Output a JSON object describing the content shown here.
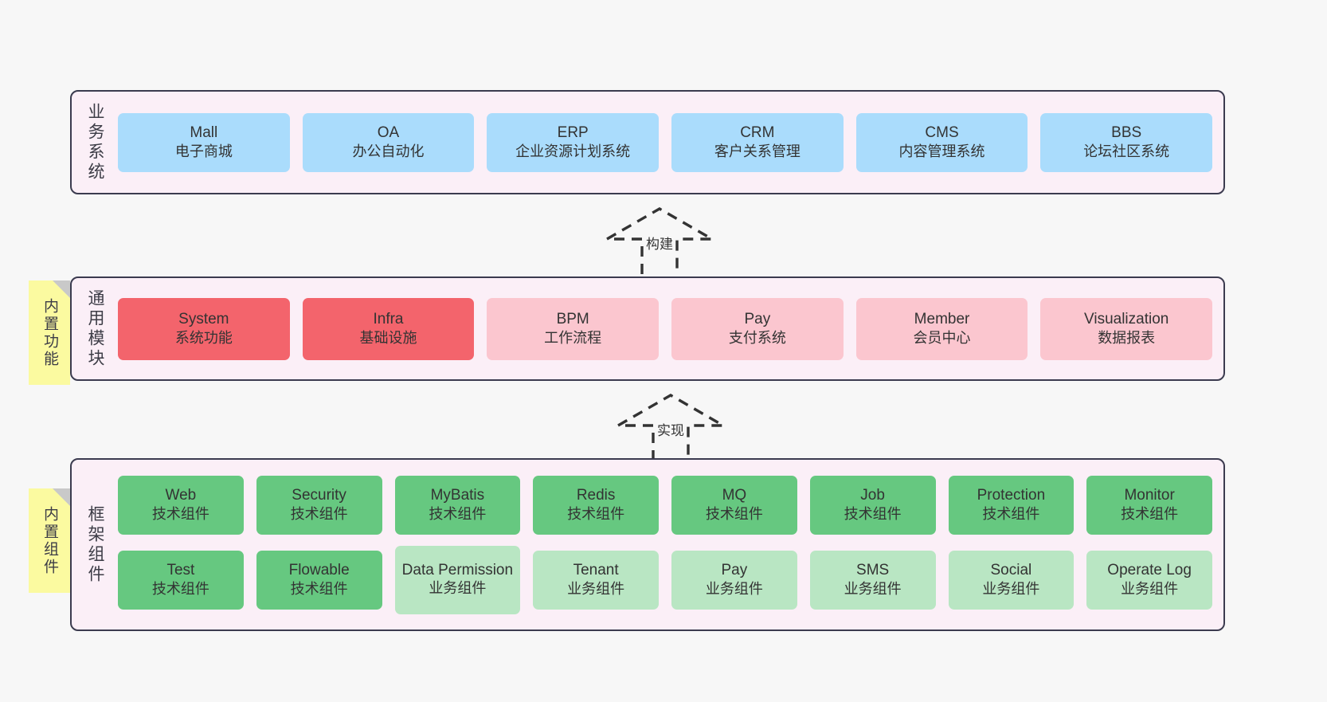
{
  "diagram": {
    "background_color": "#f7f7f7",
    "layer_fill": "#fbeff7",
    "layer_border": "#3b3b4f",
    "note_fill": "#fbfaa0",
    "note_fold": "#c9c9c9"
  },
  "layers": [
    {
      "id": "business-system",
      "title": "业务系统",
      "rows": [
        {
          "cards": [
            {
              "name": "Mall",
              "cn": "电子商城",
              "color": "#aadcfc",
              "style": "c-blue"
            },
            {
              "name": "OA",
              "cn": "办公自动化",
              "color": "#aadcfc",
              "style": "c-blue"
            },
            {
              "name": "ERP",
              "cn": "企业资源计划系统",
              "color": "#aadcfc",
              "style": "c-blue"
            },
            {
              "name": "CRM",
              "cn": "客户关系管理",
              "color": "#aadcfc",
              "style": "c-blue"
            },
            {
              "name": "CMS",
              "cn": "内容管理系统",
              "color": "#aadcfc",
              "style": "c-blue"
            },
            {
              "name": "BBS",
              "cn": "论坛社区系统",
              "color": "#aadcfc",
              "style": "c-blue"
            }
          ]
        }
      ]
    },
    {
      "id": "common-module",
      "title": "通用模块",
      "note": "内置功能",
      "rows": [
        {
          "cards": [
            {
              "name": "System",
              "cn": "系统功能",
              "color": "#f3646c",
              "style": "c-red"
            },
            {
              "name": "Infra",
              "cn": "基础设施",
              "color": "#f3646c",
              "style": "c-red"
            },
            {
              "name": "BPM",
              "cn": "工作流程",
              "color": "#fbc6cf",
              "style": "c-pink"
            },
            {
              "name": "Pay",
              "cn": "支付系统",
              "color": "#fbc6cf",
              "style": "c-pink"
            },
            {
              "name": "Member",
              "cn": "会员中心",
              "color": "#fbc6cf",
              "style": "c-pink"
            },
            {
              "name": "Visualization",
              "cn": "数据报表",
              "color": "#fbc6cf",
              "style": "c-pink"
            }
          ]
        }
      ]
    },
    {
      "id": "framework-component",
      "title": "框架组件",
      "note": "内置组件",
      "rows": [
        {
          "cards": [
            {
              "name": "Web",
              "cn": "技术组件",
              "color": "#66c880",
              "style": "c-green"
            },
            {
              "name": "Security",
              "cn": "技术组件",
              "color": "#66c880",
              "style": "c-green"
            },
            {
              "name": "MyBatis",
              "cn": "技术组件",
              "color": "#66c880",
              "style": "c-green"
            },
            {
              "name": "Redis",
              "cn": "技术组件",
              "color": "#66c880",
              "style": "c-green"
            },
            {
              "name": "MQ",
              "cn": "技术组件",
              "color": "#66c880",
              "style": "c-green"
            },
            {
              "name": "Job",
              "cn": "技术组件",
              "color": "#66c880",
              "style": "c-green"
            },
            {
              "name": "Protection",
              "cn": "技术组件",
              "color": "#66c880",
              "style": "c-green"
            },
            {
              "name": "Monitor",
              "cn": "技术组件",
              "color": "#66c880",
              "style": "c-green"
            }
          ]
        },
        {
          "cards": [
            {
              "name": "Test",
              "cn": "技术组件",
              "color": "#66c880",
              "style": "c-green"
            },
            {
              "name": "Flowable",
              "cn": "技术组件",
              "color": "#66c880",
              "style": "c-green"
            },
            {
              "name": "Data Permission",
              "cn": "业务组件",
              "color": "#b9e6c3",
              "style": "c-lightgreen"
            },
            {
              "name": "Tenant",
              "cn": "业务组件",
              "color": "#b9e6c3",
              "style": "c-lightgreen"
            },
            {
              "name": "Pay",
              "cn": "业务组件",
              "color": "#b9e6c3",
              "style": "c-lightgreen"
            },
            {
              "name": "SMS",
              "cn": "业务组件",
              "color": "#b9e6c3",
              "style": "c-lightgreen"
            },
            {
              "name": "Social",
              "cn": "业务组件",
              "color": "#b9e6c3",
              "style": "c-lightgreen"
            },
            {
              "name": "Operate Log",
              "cn": "业务组件",
              "color": "#b9e6c3",
              "style": "c-lightgreen"
            }
          ]
        }
      ]
    }
  ],
  "arrows": [
    {
      "id": "arrow-build",
      "label": "构建"
    },
    {
      "id": "arrow-implement",
      "label": "实现"
    }
  ]
}
